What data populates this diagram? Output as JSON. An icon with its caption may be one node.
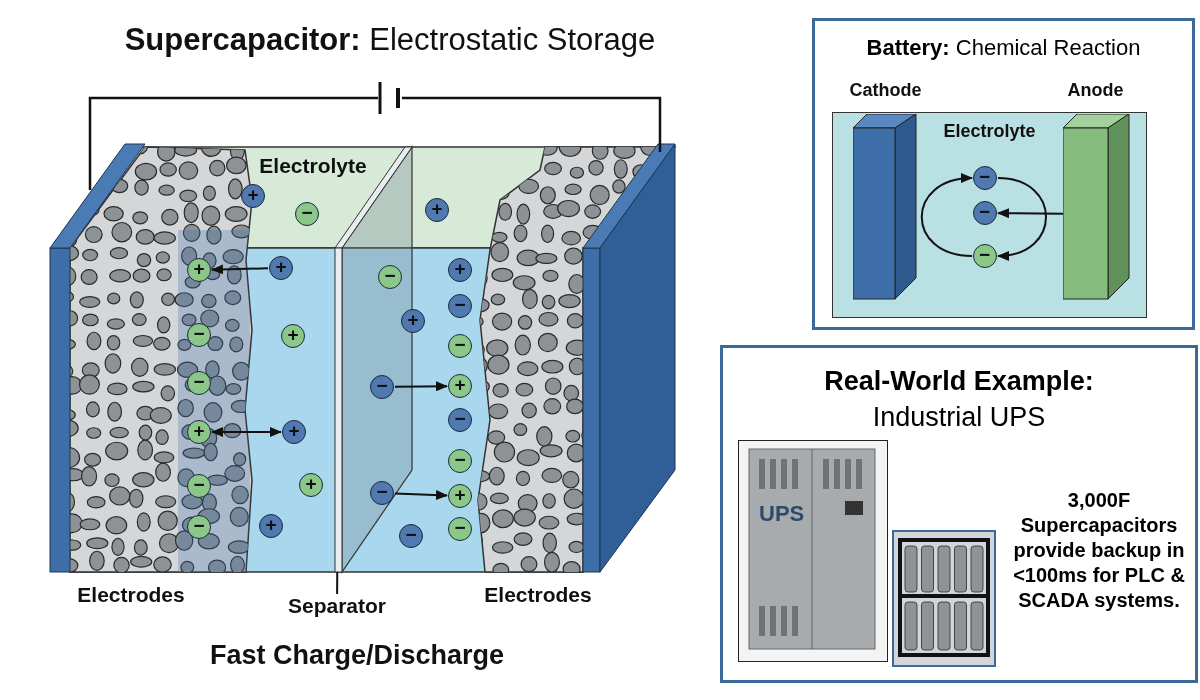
{
  "diagram": {
    "title": "**Supercapacitor:** Electrostatic Storage",
    "nodes": [
      {
        "text": [],
        "shape": "bar"
      },
      {
        "text": [
          "Separator"
        ]
      },
      {
        "text": [
          "+"
        ]
      },
      {
        "text": [
          "−"
        ]
      },
      {
        "text": [
          "+"
        ]
      },
      {
        "text": [
          "+"
        ]
      },
      {
        "text": [
          "+"
        ]
      },
      {
        "text": [
          "−"
        ]
      },
      {
        "text": [
          "+"
        ]
      },
      {
        "text": [
          "−"
        ]
      },
      {
        "text": [
          "+"
        ]
      },
      {
        "text": [
          "+"
        ]
      },
      {
        "text": [
          "−"
        ]
      },
      {
        "text": [
          "+"
        ]
      },
      {
        "text": [
          "−"
        ]
      },
      {
        "text": [
          "+"
        ]
      },
      {
        "text": [
          "−"
        ]
      },
      {
        "text": [
          "+"
        ]
      },
      {
        "text": [
          "−"
        ]
      },
      {
        "text": [
          "−"
        ]
      },
      {
        "text": [
          "−"
        ]
      },
      {
        "text": [
          "+"
        ]
      },
      {
        "text": [
          "−"
        ]
      },
      {
        "text": [
          "−"
        ]
      },
      {
        "text": [
          "+"
        ]
      },
      {
        "text": [
          "−"
        ]
      },
      {
        "text": [
          "−"
        ]
      },
      {
        "text": [
          "+"
        ]
      },
      {
        "text": [
          "−"
        ]
      },
      {
        "text": [
          "**Battery:** Chemical Reaction"
        ]
      },
      {
        "text": [
          "Electrolyte"
        ],
        "in": 29
      },
      {
        "text": [
          "Cathode"
        ],
        "in": 30
      },
      {
        "text": [
          "Anode"
        ],
        "in": 30
      },
      {
        "text": [
          "−"
        ],
        "in": 30
      },
      {
        "text": [
          "−"
        ],
        "in": 30
      },
      {
        "text": [
          "−"
        ],
        "in": 30
      },
      {
        "text": [
          "Real-World Example:",
          "Industrial UPS",
          "3,000F Supercapacitors provide backup in <100ms for PLC & SCADA systems."
        ]
      },
      {
        "text": [
          "UPS"
        ],
        "in": 36
      },
      {
        "text": [],
        "shape": "picture",
        "in": 36
      }
    ],
    "edges": [
      {
        "from": 6,
        "to": 5,
        "arrow": "to"
      },
      {
        "from": 10,
        "to": 11,
        "arrow": "both"
      },
      {
        "from": 18,
        "to": 24,
        "arrow": "to"
      },
      {
        "from": 19,
        "to": 27,
        "arrow": "to"
      },
      {
        "from": 1,
        "to": 0,
        "arrow": "none"
      },
      {
        "from": 33,
        "to": 35,
        "arrow": "to"
      },
      {
        "from": 35,
        "to": 33,
        "arrow": "to"
      },
      {
        "from": 32,
        "to": 34,
        "arrow": "to"
      }
    ],
    "labels": [
      "Electrolyte",
      "Electrodes",
      "Electrodes",
      "Fast Charge/Discharge"
    ]
  }
}
